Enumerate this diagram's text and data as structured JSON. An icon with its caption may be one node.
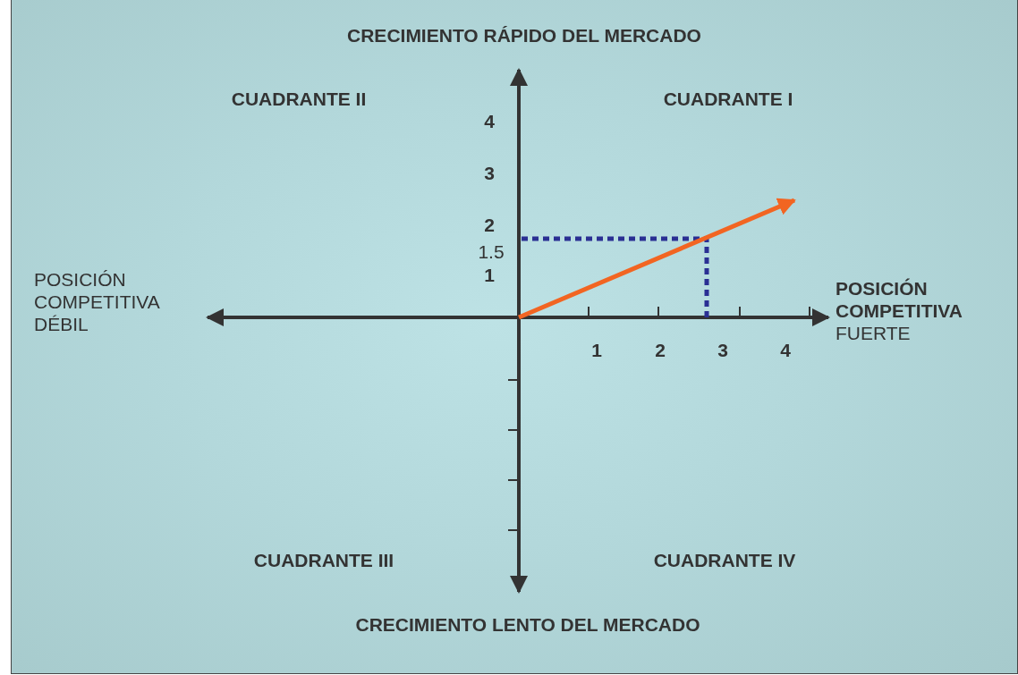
{
  "diagram": {
    "labels": [
      "CRECIMIENTO RÁPIDO DEL MERCADO",
      "CUADRANTE II",
      "CUADRANTE I",
      "4",
      "3",
      "2",
      "1.5",
      "1",
      "POSICIÓN COMPETITIVA DÉBIL",
      "**POSICIÓN COMPETITIVA** FUERTE",
      "1",
      "2",
      "3",
      "4",
      "CUADRANTE III",
      "CUADRANTE IV",
      "CRECIMIENTO LENTO DEL MERCADO"
    ]
  }
}
